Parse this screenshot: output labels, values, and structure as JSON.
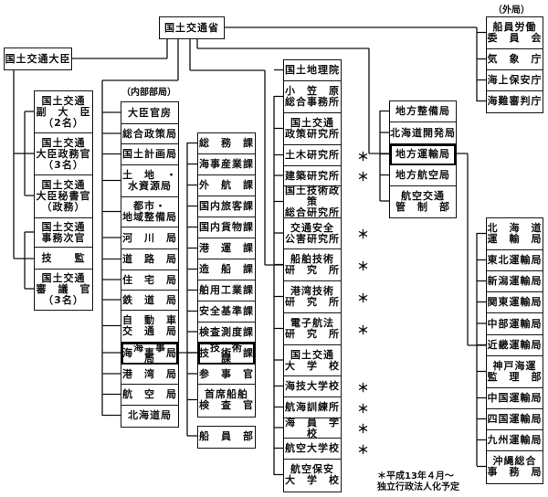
{
  "ministry": "国土交通省",
  "minister": "国土交通大臣",
  "minister_staff": [
    "国土交通\n副　大　臣\n（2名）",
    "国土交通\n大臣政務官\n（3名）",
    "国土交通\n大臣秘書官\n（政務）",
    "国土交通\n事務次官",
    "技　　監",
    "国土交通\n審　議　官\n（3名）"
  ],
  "internal_label": "（内部部局）",
  "internal_bureaus": [
    "大臣官房",
    "総合政策局",
    "国土計画局",
    "土　地　・\n水資源局",
    "都市・\n地域整備局",
    "河　川　局",
    "道　路　局",
    "住　宅　局",
    "鉄　道　局",
    "自　動　車\n交　通　局",
    "海　事　局",
    "港　湾　局",
    "航　空　局",
    "北海道局"
  ],
  "maritime_sections": [
    "総　務　課",
    "海事産業課",
    "外　航　課",
    "国内旅客課",
    "国内貨物課",
    "港　運　課",
    "造　船　課",
    "舶用工業課",
    "安全基準課",
    "検査測度課",
    "技　術　課",
    "参　事　官",
    "首席船舶\n検　査　官",
    "船　員　部"
  ],
  "institutions": [
    {
      "name": "国土地理院",
      "star": ""
    },
    {
      "name": "小　笠　原\n総合事務所",
      "star": ""
    },
    {
      "name": "国土交通\n政策研究所",
      "star": ""
    },
    {
      "name": "土木研究所",
      "star": "＊"
    },
    {
      "name": "建築研究所",
      "star": "＊"
    },
    {
      "name": "国土技術政策\n総合研究所",
      "star": ""
    },
    {
      "name": "交通安全\n公害研究所",
      "star": "＊"
    },
    {
      "name": "船舶技術\n研　究　所",
      "star": "＊"
    },
    {
      "name": "港湾技術\n研　究　所",
      "star": "＊"
    },
    {
      "name": "電子航法\n研　究　所",
      "star": "＊"
    },
    {
      "name": "国土交通\n大　学　校",
      "star": ""
    },
    {
      "name": "海技大学校",
      "star": "＊"
    },
    {
      "name": "航海訓練所",
      "star": "＊"
    },
    {
      "name": "海　員　学　校",
      "star": "＊"
    },
    {
      "name": "航空大学校",
      "star": "＊"
    },
    {
      "name": "航空保安\n大　学　校",
      "star": ""
    }
  ],
  "local_bureaus": [
    "地方整備局",
    "北海道開発局",
    "地方運輸局",
    "地方航空局",
    "航空交通\n管　制　部"
  ],
  "external_label": "（外局）",
  "external_agencies": [
    "船員労働\n委　員　会",
    "気　象　庁",
    "海上保安庁",
    "海難審判庁"
  ],
  "regional_transport": [
    "北　海　道\n運　輸　局",
    "東北運輸局",
    "新潟運輸局",
    "関東運輸局",
    "中部運輸局",
    "近畿運輸局",
    "神戸海運\n監　理　部",
    "中国運輸局",
    "四国運輸局",
    "九州運輸局",
    "沖縄総合\n事　務　局"
  ],
  "footnote": "＊平成13年４月～\n独立行政法人化予定",
  "highlighted": [
    "海事局",
    "技術課",
    "地方運輸局"
  ]
}
